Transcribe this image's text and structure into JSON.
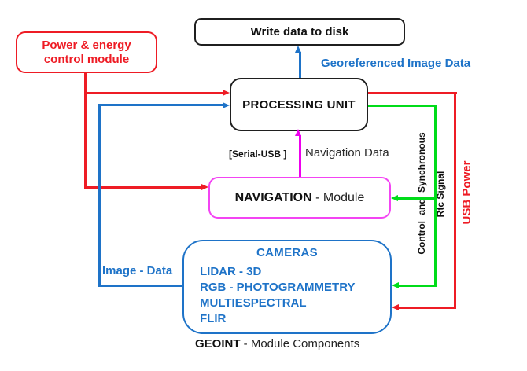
{
  "diagram": {
    "nodes": {
      "write_disk": {
        "label": "Write data to disk"
      },
      "power": {
        "line1": "Power & energy",
        "line2": "control module"
      },
      "processing": {
        "label": "PROCESSING UNIT"
      },
      "navigation": {
        "label_bold": "NAVIGATION",
        "label_rest": " - Module"
      },
      "cameras": {
        "title": "CAMERAS",
        "items": [
          "LIDAR - 3D",
          "RGB - PHOTOGRAMMETRY",
          "MULTIESPECTRAL",
          "FLIR"
        ]
      }
    },
    "labels": {
      "georeferenced": "Georeferenced Image Data",
      "serial_usb": "[Serial-USB ]",
      "navigation_data": "Navigation Data",
      "image_data": "Image - Data",
      "control_sync": "Control and Synchronous",
      "rtc_signal": "Rtc Signal",
      "usb_power": "USB Power",
      "caption_bold": "GEOINT",
      "caption_rest": " - Module Components"
    },
    "colors": {
      "red": "#ee1c25",
      "blue": "#1e73c8",
      "green": "#00dc19",
      "magenta_border": "#f344f3",
      "magenta_arrow": "#ee00ee"
    }
  }
}
